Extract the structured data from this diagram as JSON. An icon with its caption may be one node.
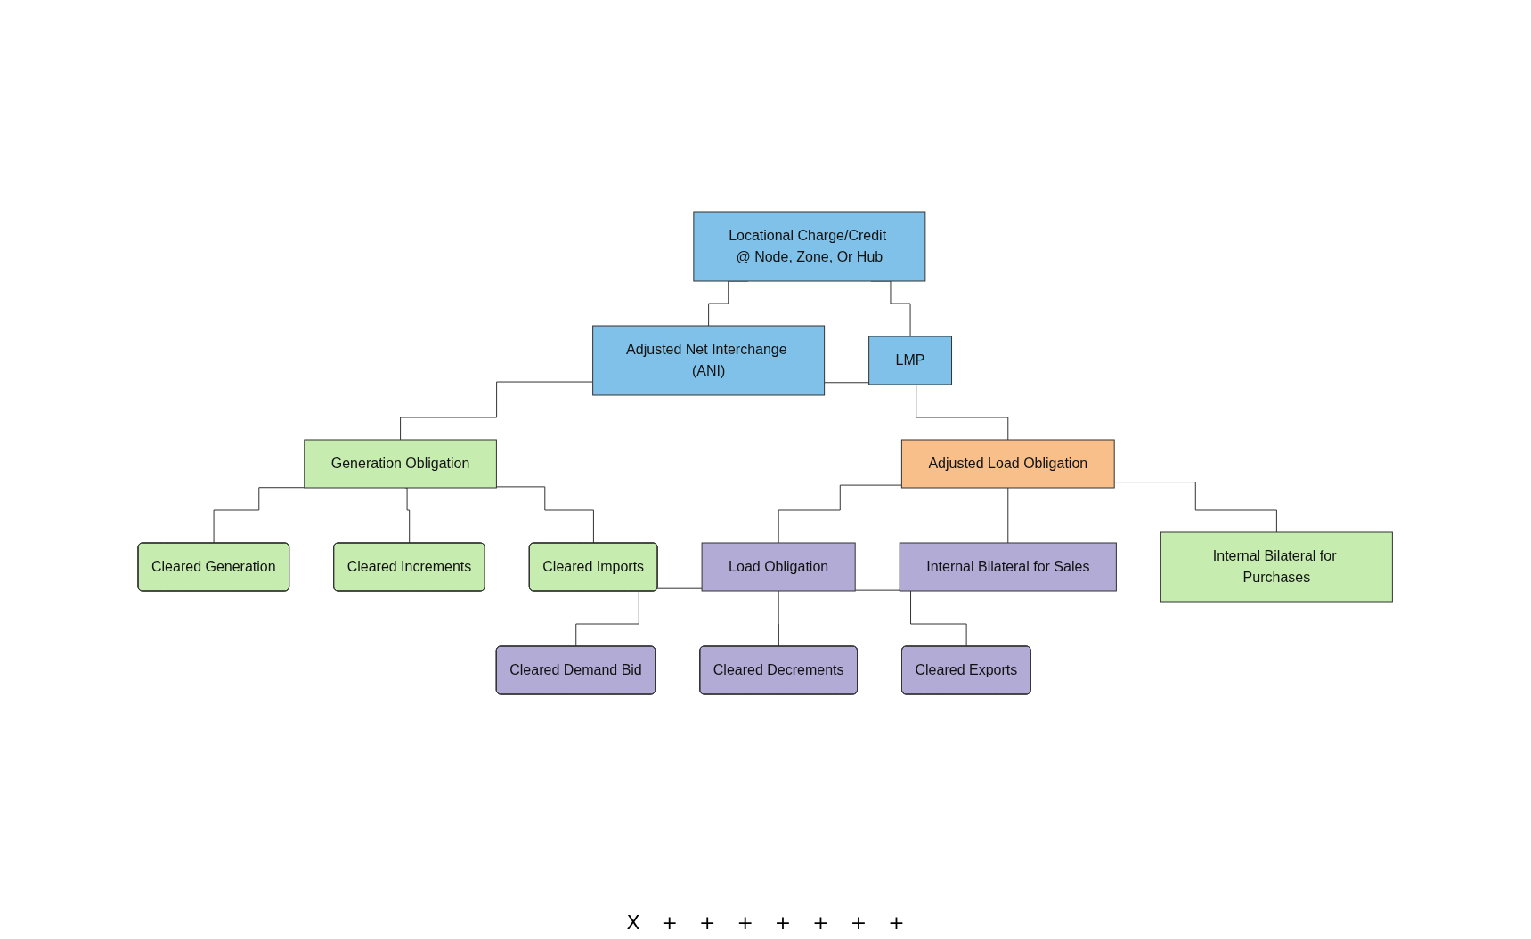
{
  "diagram": {
    "nodes": [
      {
        "text": [
          "Locational Charge/Credit @ Node, Zone, Or Hub"
        ]
      },
      {
        "text": [
          "Adjusted Net Interchange (ANI)"
        ]
      },
      {
        "text": [
          "LMP"
        ]
      },
      {
        "text": [
          "Generation Obligation"
        ]
      },
      {
        "text": [
          "Adjusted Load Obligation"
        ]
      },
      {
        "text": [
          "Cleared Generation"
        ]
      },
      {
        "text": [
          "Cleared Increments"
        ]
      },
      {
        "text": [
          "Cleared Imports"
        ]
      },
      {
        "text": [
          "Load Obligation"
        ]
      },
      {
        "text": [
          "Internal Bilateral for Sales"
        ]
      },
      {
        "text": [
          "Internal Bilateral for Purchases"
        ]
      },
      {
        "text": [
          "Cleared Demand Bid"
        ]
      },
      {
        "text": [
          "Cleared Decrements"
        ]
      },
      {
        "text": [
          "Cleared Exports"
        ]
      }
    ],
    "edges": [
      {
        "from": 0,
        "to": 1,
        "arrow": "none"
      },
      {
        "from": 0,
        "to": 2,
        "arrow": "none"
      },
      {
        "from": 1,
        "to": 3,
        "arrow": "none"
      },
      {
        "from": 1,
        "to": 4,
        "arrow": "none"
      },
      {
        "from": 3,
        "to": 5,
        "arrow": "none"
      },
      {
        "from": 3,
        "to": 6,
        "arrow": "none"
      },
      {
        "from": 3,
        "to": 7,
        "arrow": "none"
      },
      {
        "from": 4,
        "to": 8,
        "arrow": "none"
      },
      {
        "from": 4,
        "to": 9,
        "arrow": "none"
      },
      {
        "from": 4,
        "to": 10,
        "arrow": "none"
      },
      {
        "from": 8,
        "to": 11,
        "arrow": "none"
      },
      {
        "from": 8,
        "to": 12,
        "arrow": "none"
      },
      {
        "from": 8,
        "to": 13,
        "arrow": "none"
      }
    ],
    "labels": [
      "X",
      "+",
      "+",
      "+",
      "+",
      "+",
      "+",
      "+"
    ]
  }
}
